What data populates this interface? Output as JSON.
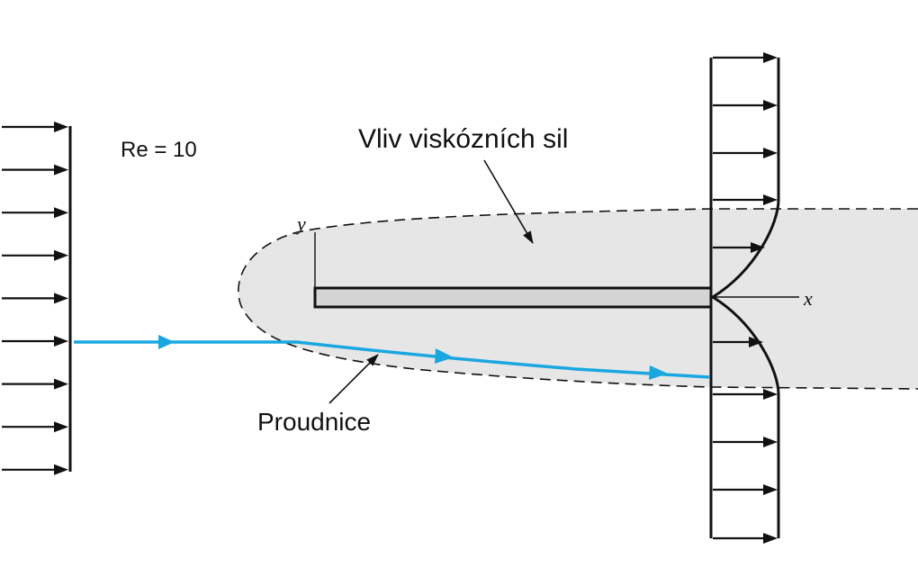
{
  "labels": {
    "reynolds": "Re =  10",
    "viscous_region": "Vliv viskózních sil",
    "streamline": "Proudnice",
    "axis_x": "x",
    "axis_y": "y"
  },
  "colors": {
    "ink": "#111111",
    "streamline": "#1aa7df",
    "viscous_fill": "#e6e6e6",
    "plate_fill": "#d4d4d4"
  }
}
